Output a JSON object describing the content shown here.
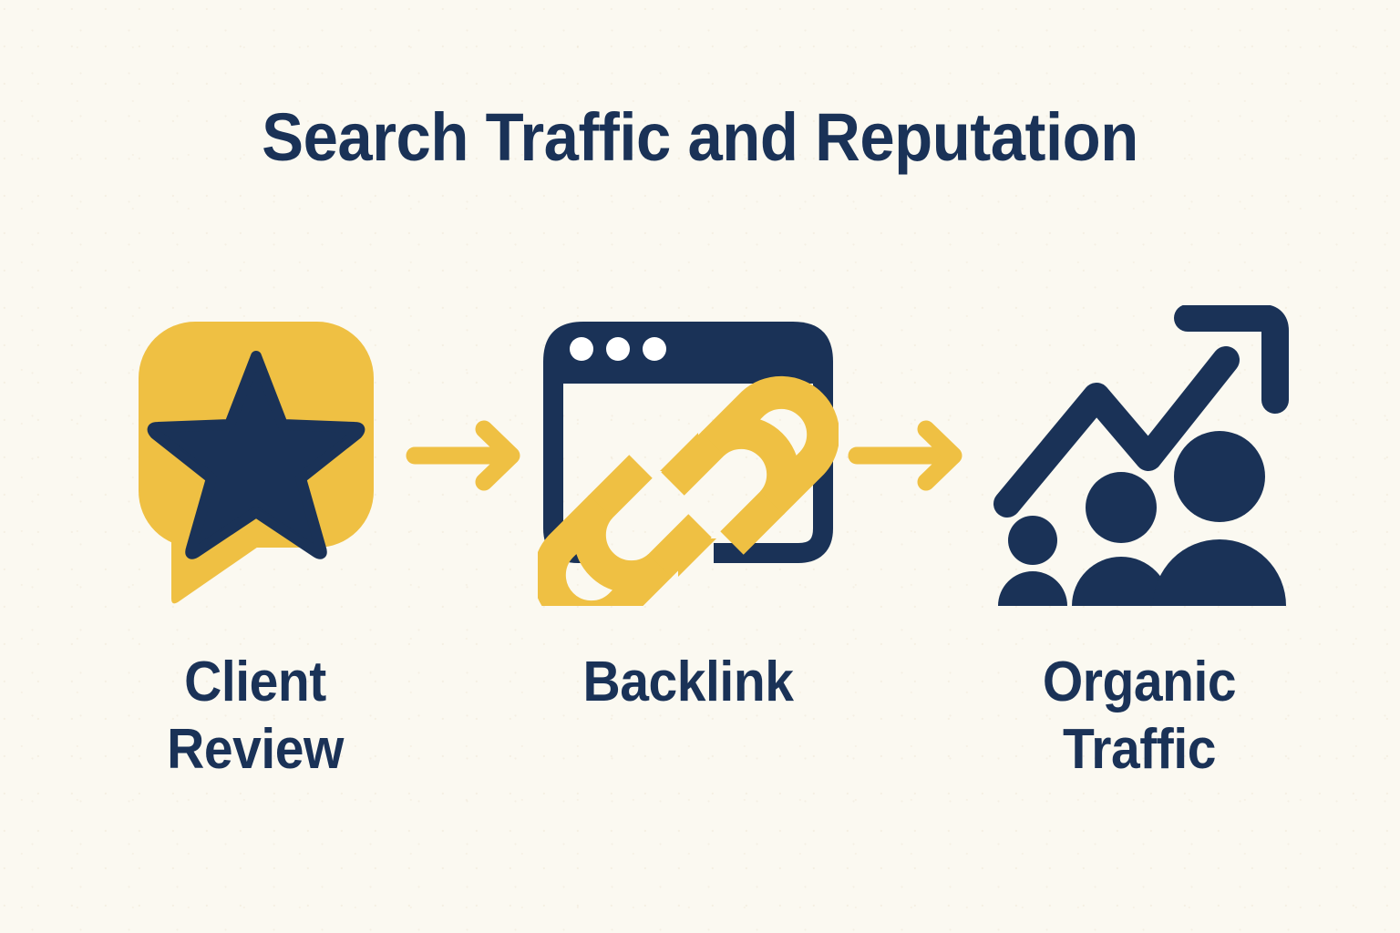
{
  "page": {
    "title": "Search Traffic and Reputation",
    "background_color": "#fbf9f1",
    "navy": "#1a3257",
    "yellow": "#efc043",
    "white": "#ffffff"
  },
  "steps": [
    {
      "id": "client-review",
      "icon": "speech-bubble-star-icon",
      "label_line_1": "Client",
      "label_line_2": "Review"
    },
    {
      "id": "backlink",
      "icon": "browser-window-chain-link-icon",
      "label_line_1": "Backlink",
      "label_line_2": ""
    },
    {
      "id": "organic-traffic",
      "icon": "growth-arrow-people-icon",
      "label_line_1": "Organic",
      "label_line_2": "Traffic"
    }
  ],
  "connectors": [
    {
      "id": "arrow-1",
      "icon": "arrow-right-icon"
    },
    {
      "id": "arrow-2",
      "icon": "arrow-right-icon"
    }
  ]
}
